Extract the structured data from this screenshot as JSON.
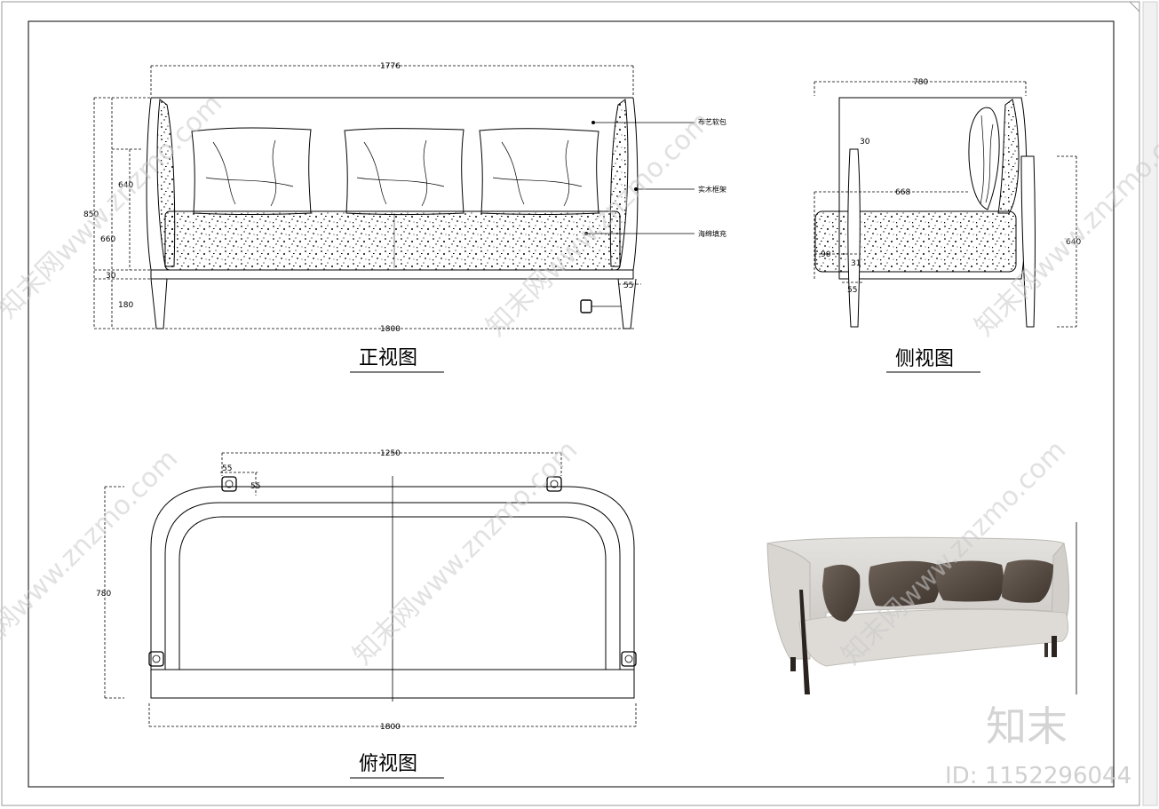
{
  "titles": {
    "front": "正视图",
    "side": "侧视图",
    "top": "俯视图"
  },
  "front_view": {
    "overall_width": "1776",
    "base_width": "1800",
    "height_total": "850",
    "height_640": "640",
    "height_660": "660",
    "height_30": "30",
    "height_180": "180",
    "leg_55": "55",
    "notes": [
      "布艺软包",
      "实木框架",
      "海绵填充"
    ]
  },
  "side_view": {
    "depth": "780",
    "dim_30": "30",
    "dim_668": "668",
    "dim_90": "90",
    "dim_31": "31",
    "dim_55": "55",
    "dim_640": "640"
  },
  "top_view": {
    "span_1250": "1250",
    "leg_55_a": "55",
    "leg_55_b": "55",
    "depth_780": "780",
    "width_1800": "1800"
  },
  "watermark": {
    "site": "知末网www.znzmo.com",
    "brand": "知末",
    "id": "ID: 1152296044"
  }
}
